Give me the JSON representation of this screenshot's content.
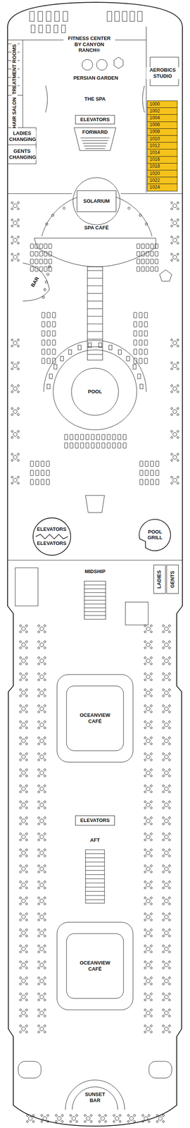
{
  "diagram": {
    "nodes": [
      {
        "text": [
          "1000"
        ]
      },
      {
        "text": [
          "1002"
        ]
      },
      {
        "text": [
          "1004"
        ]
      },
      {
        "text": [
          "1006"
        ]
      },
      {
        "text": [
          "1008"
        ]
      },
      {
        "text": [
          "1010"
        ]
      },
      {
        "text": [
          "1012"
        ]
      },
      {
        "text": [
          "1014"
        ]
      },
      {
        "text": [
          "1016"
        ]
      },
      {
        "text": [
          "1018"
        ]
      },
      {
        "text": [
          "1020"
        ]
      },
      {
        "text": [
          "1022"
        ]
      },
      {
        "text": [
          "1024"
        ]
      },
      {
        "text": [
          "ELEVATORS"
        ]
      },
      {
        "text": [
          "SOLARIUM"
        ]
      },
      {
        "text": [
          "ELEVATORS",
          "ELEVATORS"
        ]
      },
      {
        "text": [
          "POOL GRILL"
        ]
      },
      {
        "text": [
          "LADIES"
        ]
      },
      {
        "text": [
          "GENTS"
        ]
      },
      {
        "text": [
          "ELEVATORS"
        ]
      }
    ],
    "edges": [],
    "labels": [
      "AEROBICS STUDIO",
      "FITNESS CENTER BY CANYON RANCH®",
      "TREATMENT ROOMS",
      "PERSIAN GARDEN",
      "HAIR SALON",
      "THE SPA",
      "LADIES CHANGING",
      "GENTS CHANGING",
      "FORWARD",
      "SPA CAFÉ",
      "BAR",
      "POOL",
      "MIDSHIP",
      "OCEANVIEW CAFÉ",
      "AFT",
      "OCEANVIEW CAFÉ",
      "SUNSET BAR"
    ]
  }
}
